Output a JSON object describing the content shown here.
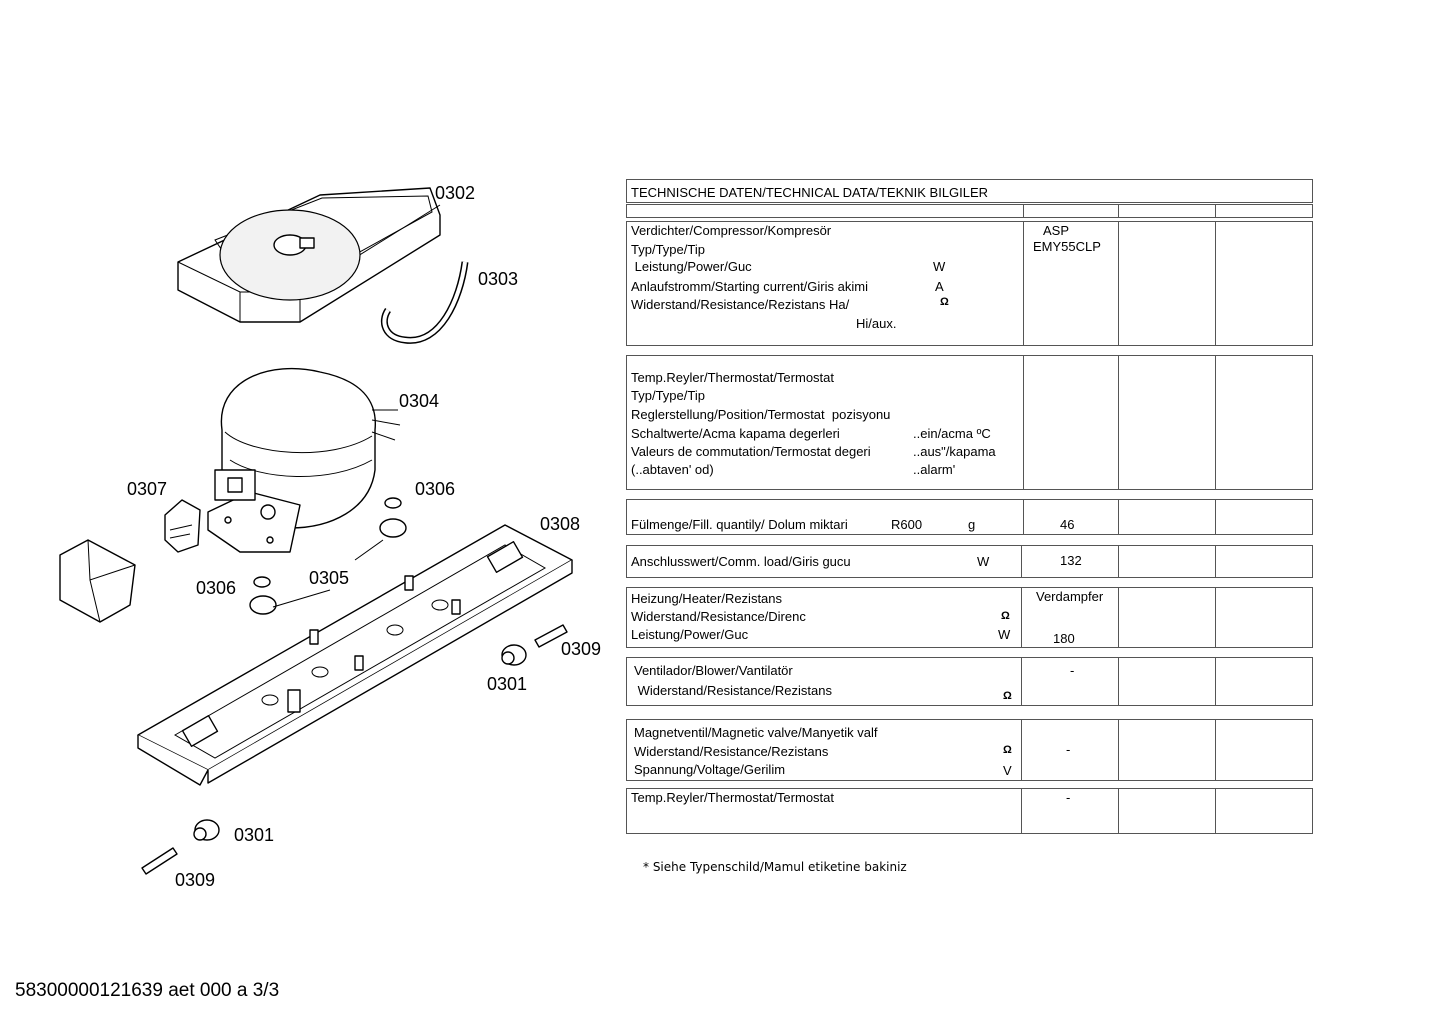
{
  "drawing": {
    "callouts": [
      {
        "id": "0302",
        "text": "0302"
      },
      {
        "id": "0303",
        "text": "0303"
      },
      {
        "id": "0304",
        "text": "0304"
      },
      {
        "id": "0307",
        "text": "0307"
      },
      {
        "id": "0306a",
        "text": "0306"
      },
      {
        "id": "0308",
        "text": "0308"
      },
      {
        "id": "0306b",
        "text": "0306"
      },
      {
        "id": "0305",
        "text": "0305"
      },
      {
        "id": "0309a",
        "text": "0309"
      },
      {
        "id": "0301a",
        "text": "0301"
      },
      {
        "id": "0301b",
        "text": "0301"
      },
      {
        "id": "0309b",
        "text": "0309"
      }
    ]
  },
  "table": {
    "header": "TECHNISCHE DATEN/TECHNICAL DATA/TEKNIK BILGILER",
    "compressor": {
      "label_title": "Verdichter/Compressor/Kompresör",
      "label_type": "Typ/Type/Tip",
      "label_power": " Leistung/Power/Guc",
      "unit_power": "W",
      "label_start": "Anlaufstromm/Starting current/Giris akimi",
      "unit_start": "A",
      "label_res": "Widerstand/Resistance/Rezistans Ha/",
      "unit_res": "Ω",
      "label_res2": "Hi/aux.",
      "value_brand": "ASP",
      "value_model": "EMY55CLP"
    },
    "thermostat": {
      "label_title": "Temp.Reyler/Thermostat/Termostat",
      "label_type": "Typ/Type/Tip",
      "label_position": "Reglerstellung/Position/Termostat  pozisyonu",
      "label_switch": "Schaltwerte/Acma kapama degerleri",
      "unit_on": "..ein/acma ºC",
      "label_values": "Valeurs de commutation/Termostat degeri",
      "unit_off": "..aus\"/kapama",
      "label_defrost": "(..abtaven' od)",
      "unit_alarm": "..alarm'"
    },
    "fill": {
      "label": "Fülmenge/Fill. quantily/ Dolum miktari",
      "refrigerant": "R600",
      "unit": "g",
      "value": "46"
    },
    "load": {
      "label": "Anschlusswert/Comm. load/Giris gucu",
      "unit": "W",
      "value": "132"
    },
    "heater": {
      "label_title": "Heizung/Heater/Rezistans",
      "label_res": "Widerstand/Resistance/Direnc",
      "unit_res": "Ω",
      "label_power": "Leistung/Power/Guc",
      "unit_power": "W",
      "value_type": "Verdampfer",
      "value_power": "180"
    },
    "fan": {
      "label_title": "Ventilador/Blower/Vantilatör",
      "label_res": " Widerstand/Resistance/Rezistans",
      "unit_res": "Ω",
      "value": "-"
    },
    "valve": {
      "label_title": "Magnetventil/Magnetic valve/Manyetik valf",
      "label_res": "Widerstand/Resistance/Rezistans",
      "unit_res": "Ω",
      "label_voltage": "Spannung/Voltage/Gerilim",
      "unit_voltage": "V",
      "value": "-"
    },
    "thermostat2": {
      "label_title": "Temp.Reyler/Thermostat/Termostat",
      "value": "-"
    }
  },
  "footnote": "* Siehe Typenschild/Mamul etiketine bakiniz",
  "document_id": "58300000121639 aet 000 a 3/3"
}
